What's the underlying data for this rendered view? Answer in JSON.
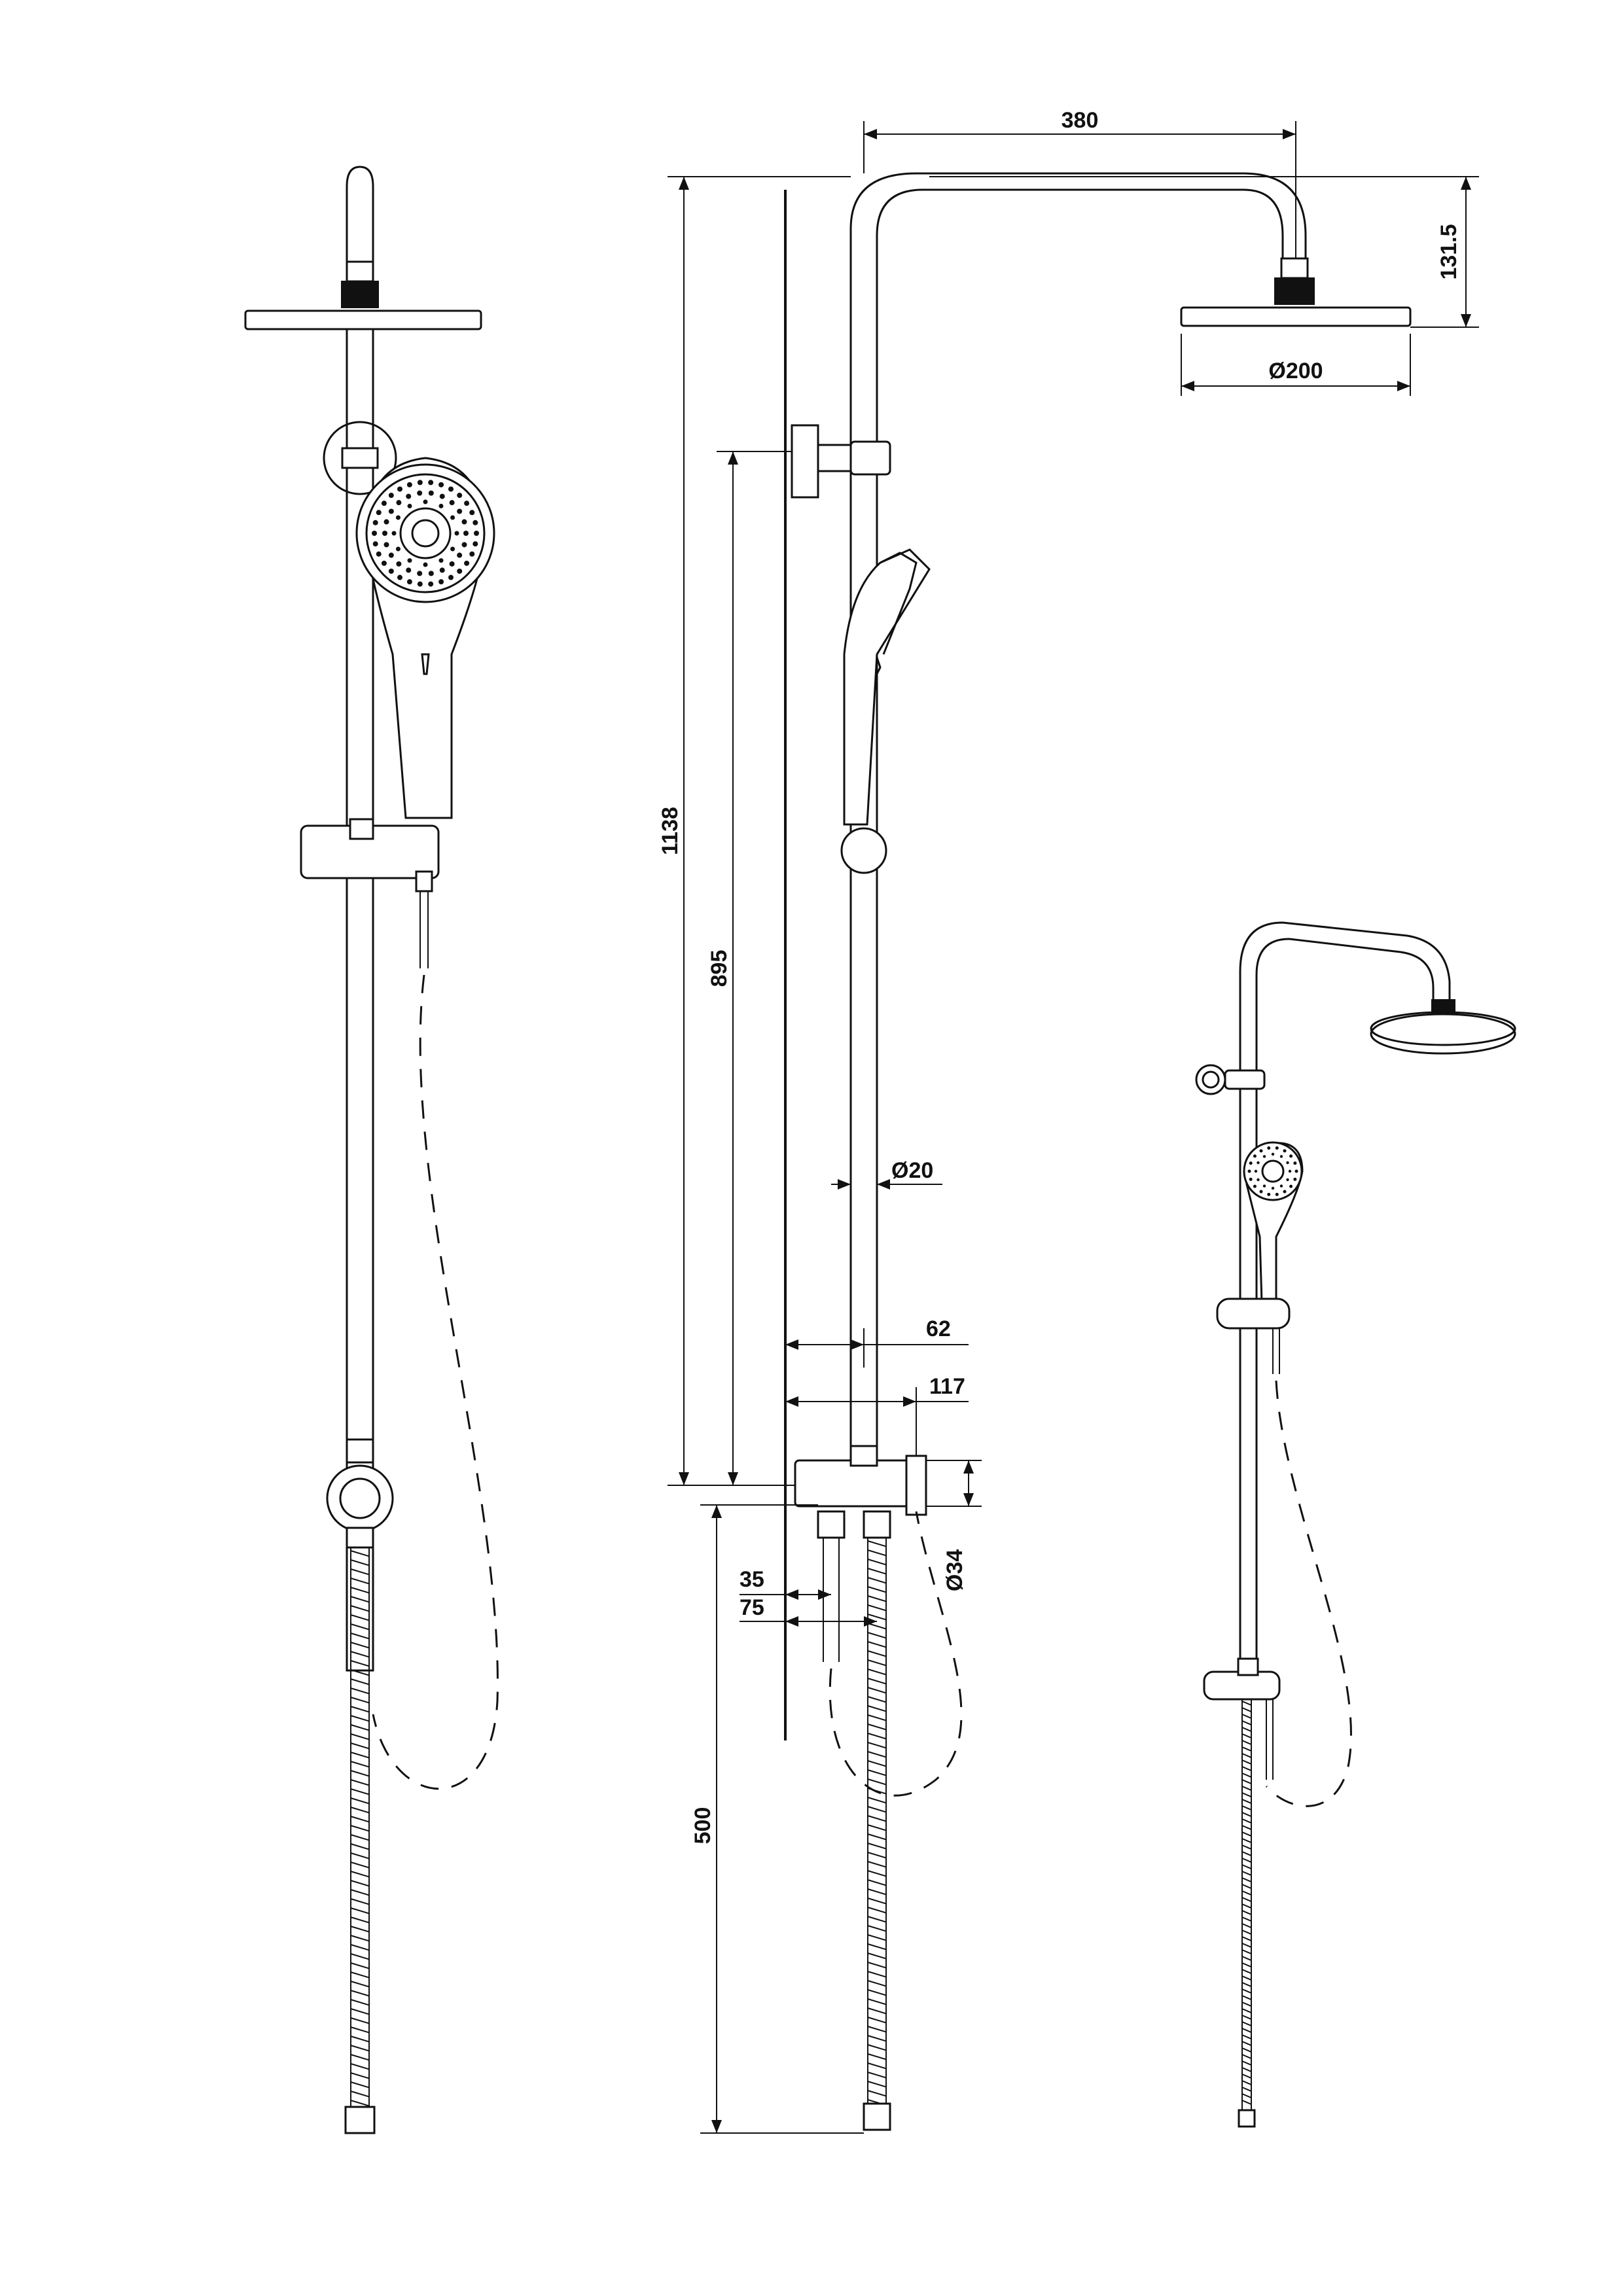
{
  "dimensions": {
    "top_arm_length": "380",
    "head_height": "131.5",
    "head_diameter": "Ø200",
    "overall_height": "1138",
    "bracket_height": "895",
    "rail_diameter": "Ø20",
    "wall_to_rail": "62",
    "mixer_depth": "117",
    "mixer_diameter": "Ø34",
    "inlet_offset_a": "35",
    "inlet_offset_b": "75",
    "hose_length": "500"
  },
  "colors": {
    "line": "#111111",
    "background": "#ffffff"
  }
}
